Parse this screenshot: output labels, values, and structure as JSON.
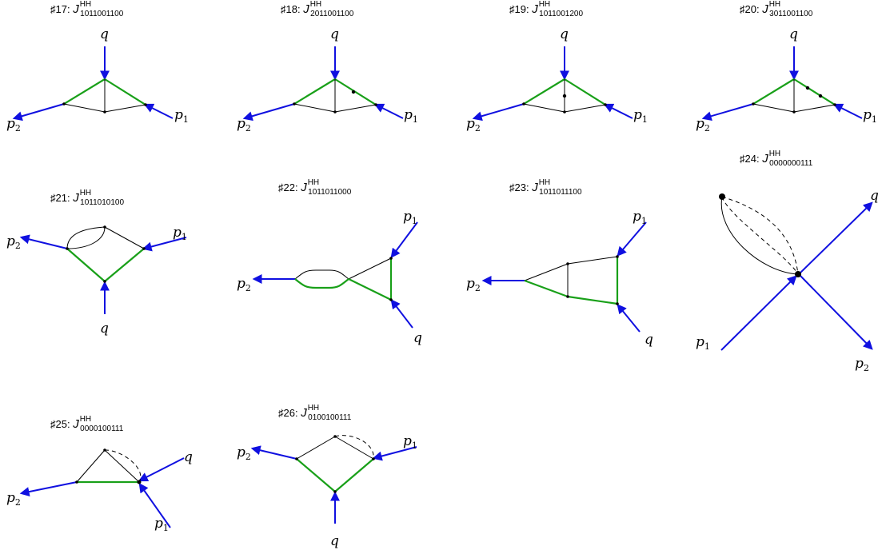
{
  "diagrams": [
    {
      "num": "♯17:",
      "sym": "J",
      "sup": "HH",
      "sub": "1011001100"
    },
    {
      "num": "♯18:",
      "sym": "J",
      "sup": "HH",
      "sub": "2011001100"
    },
    {
      "num": "♯19:",
      "sym": "J",
      "sup": "HH",
      "sub": "1011001200"
    },
    {
      "num": "♯20:",
      "sym": "J",
      "sup": "HH",
      "sub": "3011001100"
    },
    {
      "num": "♯21:",
      "sym": "J",
      "sup": "HH",
      "sub": "1011010100"
    },
    {
      "num": "♯22:",
      "sym": "J",
      "sup": "HH",
      "sub": "1011011000"
    },
    {
      "num": "♯23:",
      "sym": "J",
      "sup": "HH",
      "sub": "1011011100"
    },
    {
      "num": "♯24:",
      "sym": "J",
      "sup": "HH",
      "sub": "0000000111"
    },
    {
      "num": "♯25:",
      "sym": "J",
      "sup": "HH",
      "sub": "0000100111"
    },
    {
      "num": "♯26:",
      "sym": "J",
      "sup": "HH",
      "sub": "0100100111"
    }
  ],
  "labels": {
    "q": "q",
    "p": "p",
    "one": "1",
    "two": "2"
  },
  "colors": {
    "external": "#1010e0",
    "massive": "#19a019",
    "massless": "#000000"
  }
}
